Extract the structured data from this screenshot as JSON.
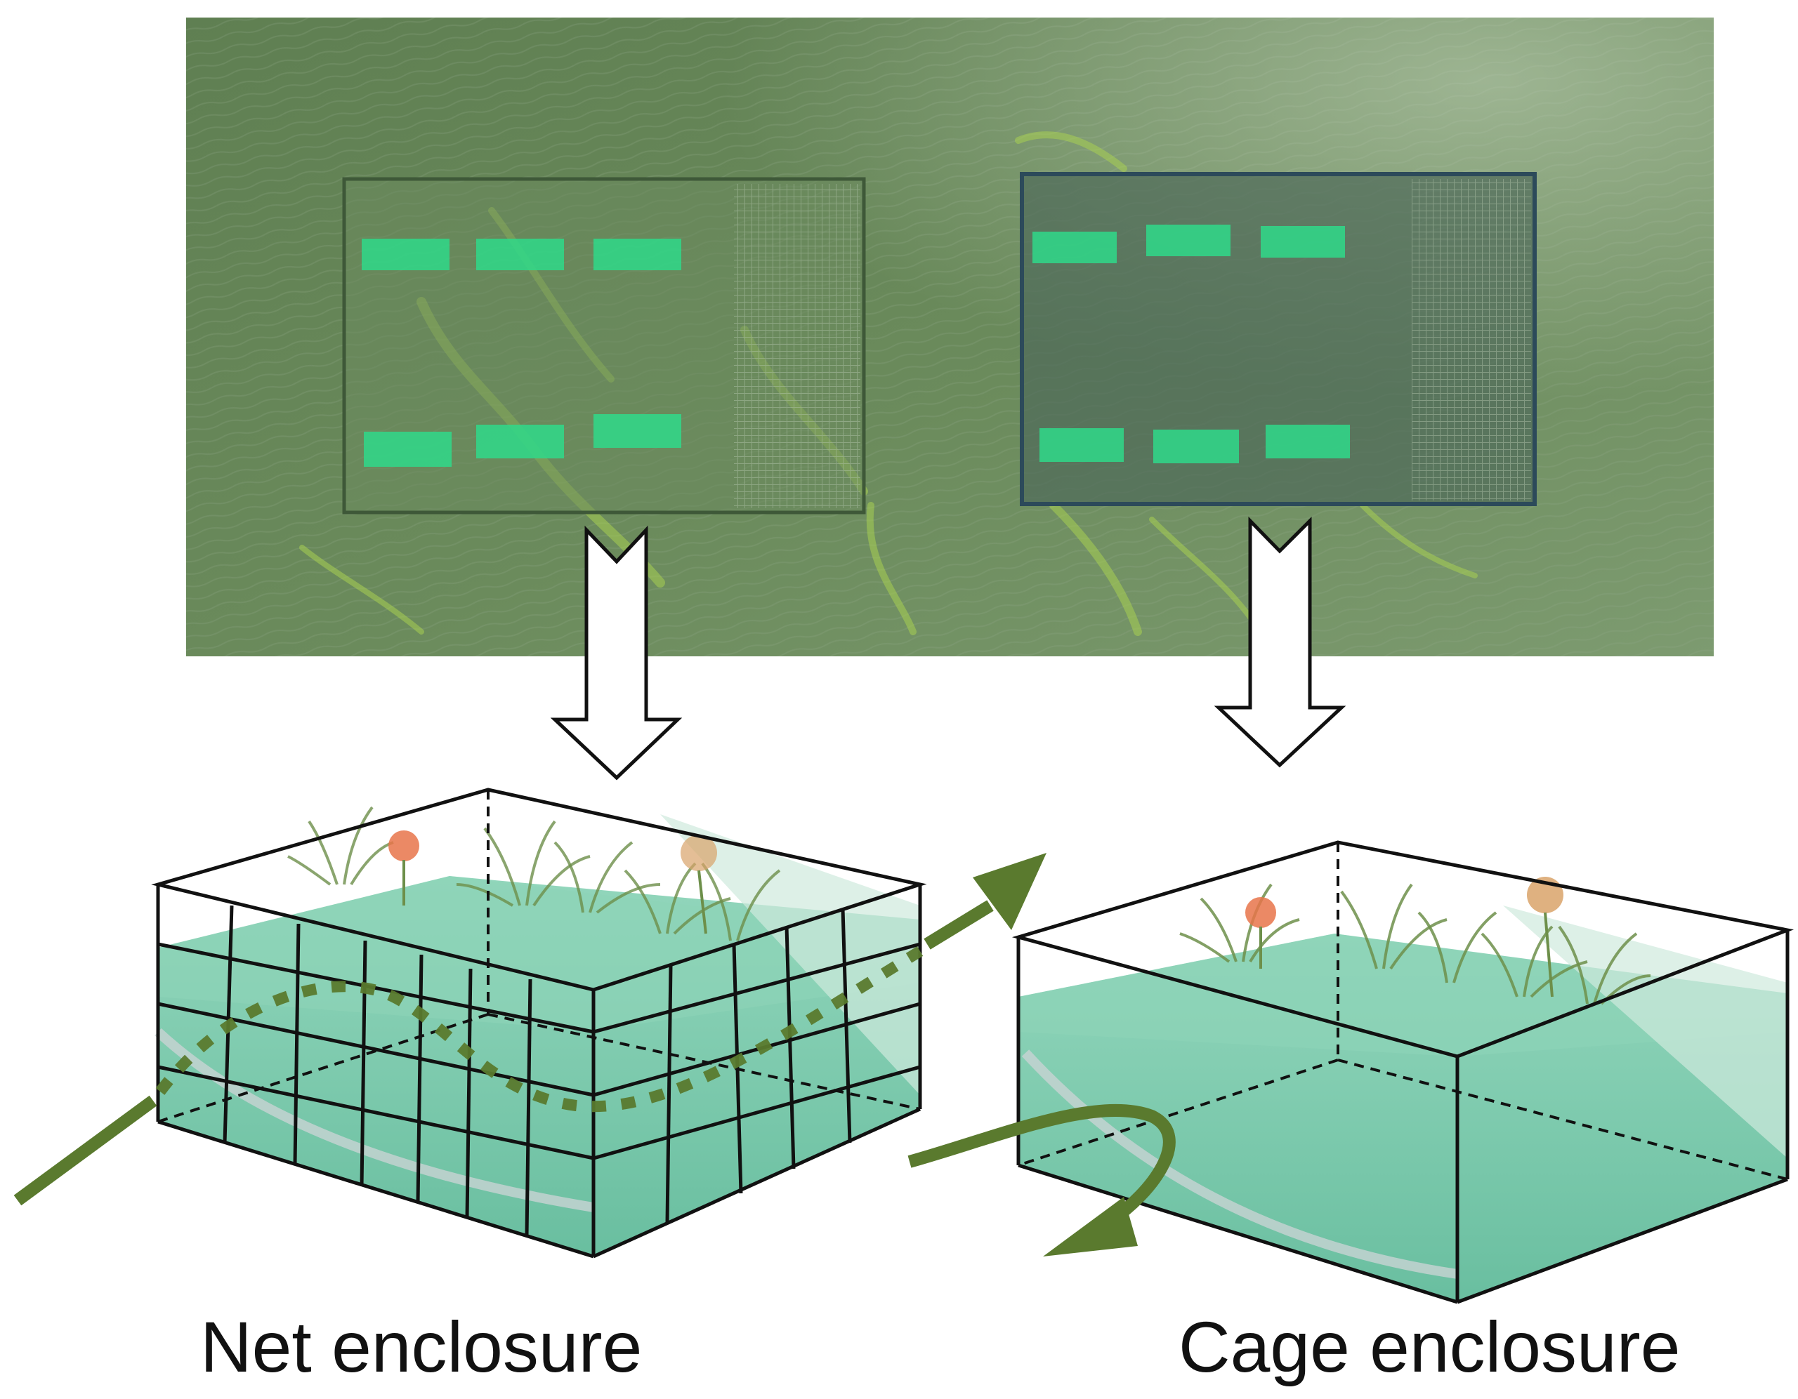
{
  "labels": {
    "net_enclosure": "Net enclosure",
    "cage_enclosure": "Cage enclosure"
  },
  "colors": {
    "lake_water": "#6a8a5a",
    "algae_bloom": "#9bc44a",
    "plant_patch": "#2fd98a",
    "enclosure_water": "#5bbf9a",
    "flow_arrow": "#5a7a2e",
    "outline": "#111111"
  },
  "photo": {
    "description_icon": "aerial-lake-photo",
    "patches_per_enclosure": 6
  },
  "icons": [
    "arrow-down-icon",
    "flow-arrow-icon",
    "plant-icon",
    "flower-icon"
  ]
}
